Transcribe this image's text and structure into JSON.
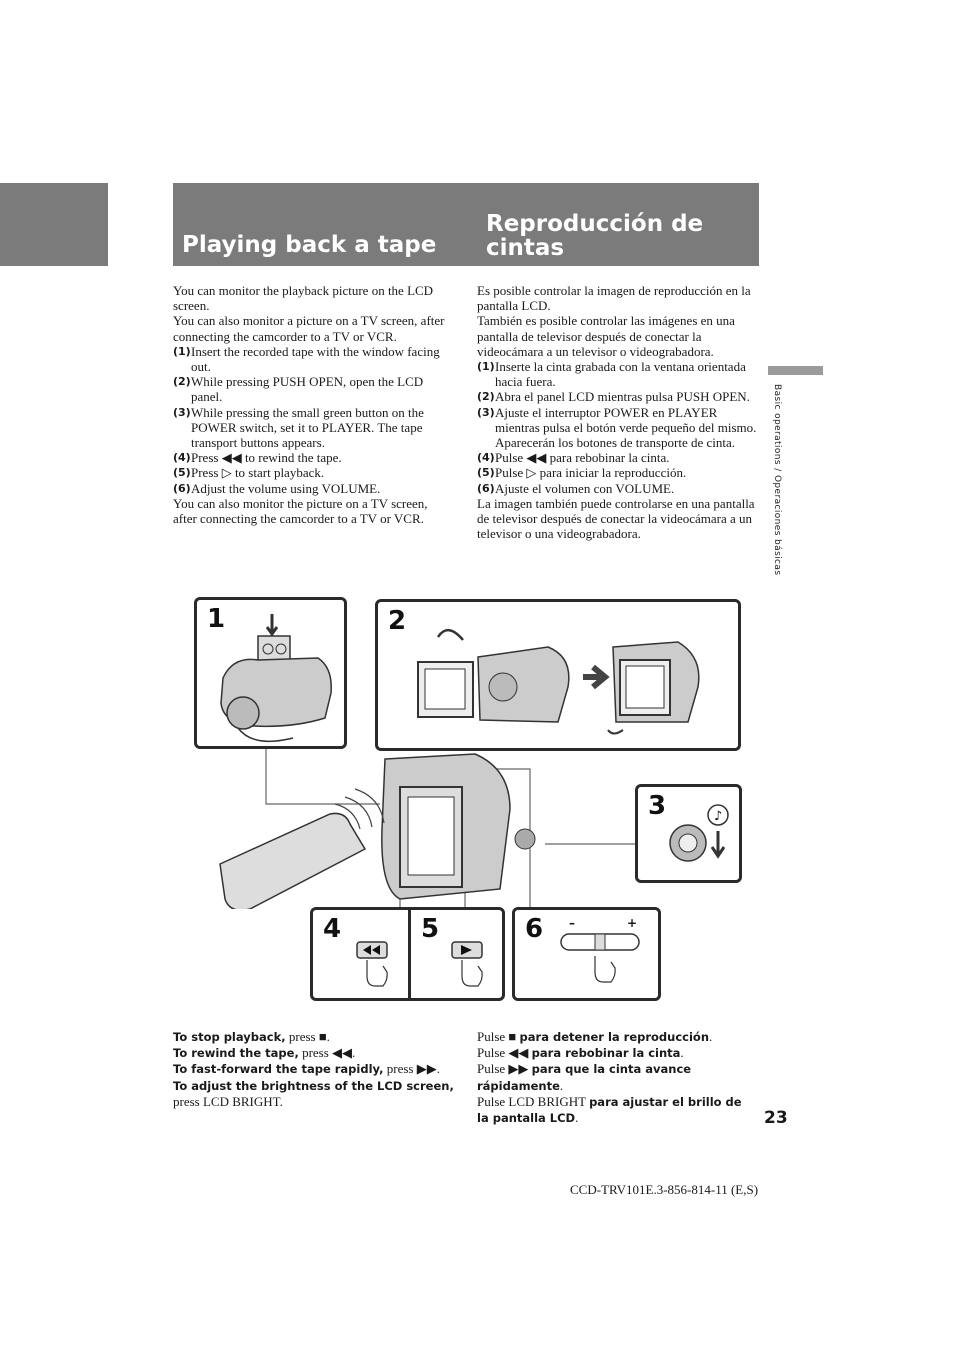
{
  "header": {
    "title_en": "Playing back a tape",
    "title_es": "Reproducción de cintas"
  },
  "side_tab": {
    "label": "Basic operations / Operaciones básicas"
  },
  "english": {
    "intro1": "You can monitor the playback picture on the LCD screen.",
    "intro2": "You can also monitor a picture on a TV screen, after connecting the camcorder to a TV or VCR.",
    "steps": [
      {
        "num": "(1)",
        "text": "Insert the recorded tape with the window facing out."
      },
      {
        "num": "(2)",
        "text": "While pressing PUSH OPEN, open the LCD panel."
      },
      {
        "num": "(3)",
        "text": "While pressing the small green button on the POWER switch, set it to PLAYER.  The tape transport buttons appears."
      },
      {
        "num": "(4)",
        "text": "Press ◀◀ to rewind the tape."
      },
      {
        "num": "(5)",
        "text": "Press ▷ to start playback."
      },
      {
        "num": "(6)",
        "text": "Adjust the volume using VOLUME."
      }
    ],
    "outro": "You can also monitor the picture on a TV screen, after connecting the camcorder to a TV or VCR."
  },
  "spanish": {
    "intro1": "Es posible controlar la imagen de reproducción en la pantalla LCD.",
    "intro2": "También es posible controlar las imágenes en una pantalla de televisor después de conectar la videocámara a un televisor o videograbadora.",
    "steps": [
      {
        "num": "(1)",
        "text": "Inserte la cinta grabada con la ventana orientada hacia fuera."
      },
      {
        "num": "(2)",
        "text": "Abra el panel LCD mientras pulsa PUSH OPEN."
      },
      {
        "num": "(3)",
        "text": "Ajuste el interruptor POWER en PLAYER mientras pulsa el botón verde pequeño del mismo. Aparecerán los botones de transporte de cinta."
      },
      {
        "num": "(4)",
        "text": "Pulse ◀◀ para rebobinar la cinta."
      },
      {
        "num": "(5)",
        "text": "Pulse ▷ para iniciar la reproducción."
      },
      {
        "num": "(6)",
        "text": "Ajuste el volumen con VOLUME."
      }
    ],
    "outro": "La imagen también puede controlarse en una pantalla de televisor después de conectar la videocámara a un televisor o una videograbadora."
  },
  "figure": {
    "panel_labels": [
      "1",
      "2",
      "3",
      "4",
      "5",
      "6"
    ],
    "volume_minus": "–",
    "volume_plus": "+"
  },
  "notes_en": [
    {
      "bold": "To stop playback,",
      "plain": " press ■."
    },
    {
      "bold": "To rewind the tape,",
      "plain": " press ◀◀."
    },
    {
      "bold": "To fast-forward the tape rapidly,",
      "plain": " press ▶▶."
    },
    {
      "bold": "To adjust the brightness of the LCD screen,",
      "plain": " press LCD BRIGHT."
    }
  ],
  "notes_es": [
    {
      "plain": "Pulse ■ ",
      "bold": "para detener la reproducción",
      "end": "."
    },
    {
      "plain": "Pulse ◀◀ ",
      "bold": "para rebobinar la cinta",
      "end": "."
    },
    {
      "plain": "Pulse ▶▶ ",
      "bold": "para que la cinta avance rápidamente",
      "end": "."
    },
    {
      "plain": "Pulse LCD BRIGHT ",
      "bold": "para ajustar el brillo de la pantalla LCD",
      "end": "."
    }
  ],
  "page_number": "23",
  "footer_code": "CCD-TRV101E.3-856-814-11 (E,S)"
}
